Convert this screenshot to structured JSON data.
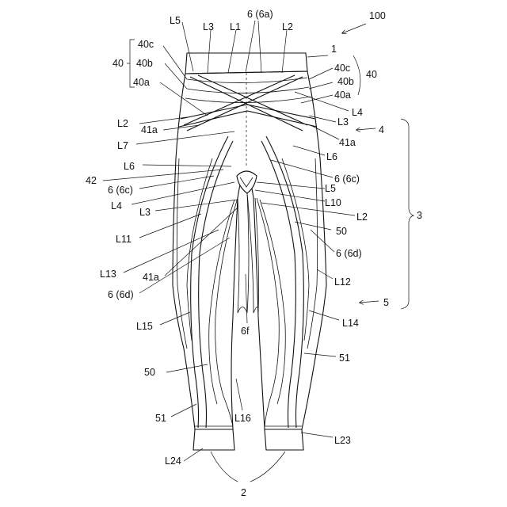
{
  "figure": {
    "reference_number": "100",
    "labels": {
      "l100": "100",
      "l1": "1",
      "l2_bottom": "2",
      "l3_right": "3",
      "l4_right": "4",
      "l5_right": "5",
      "l40_left": "40",
      "l40_right": "40",
      "l40c_left": "40c",
      "l40b_left": "40b",
      "l40a_left": "40a",
      "l40c_right": "40c",
      "l40b_right": "40b",
      "l40a_right": "40a",
      "l5_top": "L5",
      "l3_top": "L3",
      "l1_top": "L1",
      "l6a_top": "6 (6a)",
      "l2_top": "L2",
      "l4_r1": "L4",
      "l3_r1": "L3",
      "l41a_r1": "41a",
      "l6_r1": "L6",
      "l6c_r1": "6 (6c)",
      "l5_r2": "L5",
      "l10_r": "L10",
      "l2_r2": "L2",
      "l50_r": "50",
      "l6d_r": "6 (6d)",
      "l12_r": "L12",
      "l14_r": "L14",
      "l51_r": "51",
      "l23_r": "L23",
      "l2_l1": "L2",
      "l41a_l1": "41a",
      "l7_l": "L7",
      "l6_l": "L6",
      "l42_l": "42",
      "l6c_l": "6 (6c)",
      "l4_l": "L4",
      "l3_l": "L3",
      "l11_l": "L11",
      "l13_l": "L13",
      "l41a_l2": "41a",
      "l6d_l": "6 (6d)",
      "l15_l": "L15",
      "l50_l": "50",
      "l51_l": "51",
      "l24_l": "L24",
      "l6f_c": "6f",
      "l16_c": "L16"
    }
  }
}
